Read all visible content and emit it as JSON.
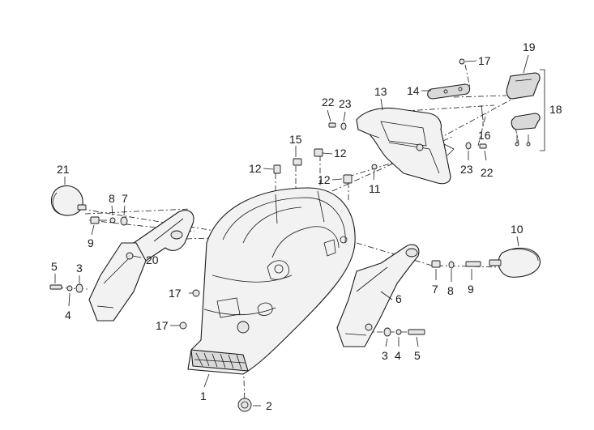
{
  "callouts": {
    "c1": "1",
    "c2": "2",
    "c3a": "3",
    "c3b": "3",
    "c4a": "4",
    "c4b": "4",
    "c5a": "5",
    "c5b": "5",
    "c6": "6",
    "c7a": "7",
    "c7b": "7",
    "c8a": "8",
    "c8b": "8",
    "c9a": "9",
    "c9b": "9",
    "c10": "10",
    "c11": "11",
    "c12a": "12",
    "c12b": "12",
    "c12c": "12",
    "c13": "13",
    "c14": "14",
    "c15": "15",
    "c16": "16",
    "c17a": "17",
    "c17b": "17",
    "c17c": "17",
    "c18": "18",
    "c19": "19",
    "c20": "20",
    "c21": "21",
    "c22a": "22",
    "c22b": "22",
    "c23a": "23",
    "c23b": "23"
  }
}
